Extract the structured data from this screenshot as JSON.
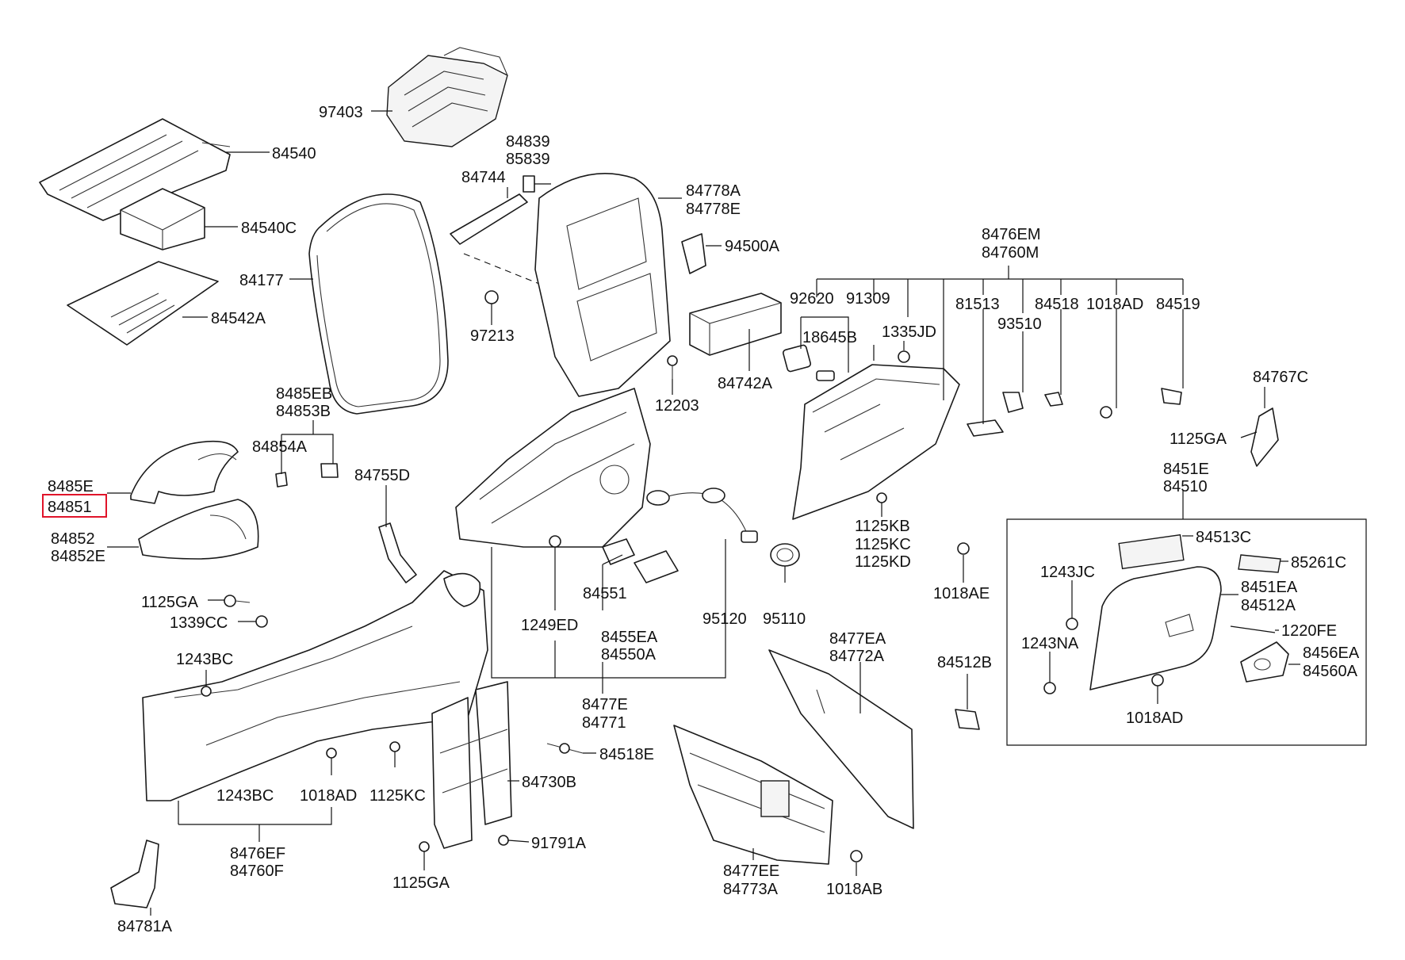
{
  "labels": {
    "l97403": "97403",
    "l84540": "84540",
    "l84540c": "84540C",
    "l84542a": "84542A",
    "l84839": "84839",
    "l85839": "85839",
    "l84744": "84744",
    "l84778a": "84778A",
    "l84778e": "84778E",
    "l94500a": "94500A",
    "l84177": "84177",
    "l97213": "97213",
    "l8476em": "8476EM",
    "l84760m": "84760M",
    "l92620": "92620",
    "l91309": "91309",
    "l81513": "81513",
    "l84518": "84518",
    "l1018ad_top": "1018AD",
    "l84519": "84519",
    "l18645b": "18645B",
    "l1335jd": "1335JD",
    "l93510": "93510",
    "l84742a": "84742A",
    "l12203": "12203",
    "l84767c": "84767C",
    "l1125ga_right": "1125GA",
    "l8485eb": "8485EB",
    "l84853b": "84853B",
    "l84854a": "84854A",
    "l8485e": "8485E",
    "l84851": "84851",
    "l84852": "84852",
    "l84852e": "84852E",
    "l84755d": "84755D",
    "l1125ga_left": "1125GA",
    "l1339cc": "1339CC",
    "l1243bc_top": "1243BC",
    "l1249ed": "1249ED",
    "l84551": "84551",
    "l8455ea": "8455EA",
    "l84550a": "84550A",
    "l95120": "95120",
    "l95110": "95110",
    "l1125kb": "1125KB",
    "l1125kc_mid": "1125KC",
    "l1125kd": "1125KD",
    "l1018ae": "1018AE",
    "l8451e": "8451E",
    "l84510": "84510",
    "l84513c": "84513C",
    "l85261c": "85261C",
    "l1243jc": "1243JC",
    "l8451ea": "8451EA",
    "l84512a": "84512A",
    "l1220fe": "1220FE",
    "l1243na": "1243NA",
    "l8456ea": "8456EA",
    "l84560a": "84560A",
    "l1018ad_box": "1018AD",
    "l8477ea": "8477EA",
    "l84772a": "84772A",
    "l84512b": "84512B",
    "l8477e": "8477E",
    "l84771": "84771",
    "l84518e": "84518E",
    "l84730b": "84730B",
    "l1125kc_low": "1125KC",
    "l91791a": "91791A",
    "l1125ga_bottom": "1125GA",
    "l1243bc_bottom": "1243BC",
    "l1018ad_left": "1018AD",
    "l8476ef": "8476EF",
    "l84760f": "84760F",
    "l84781a": "84781A",
    "l8477ee": "8477EE",
    "l84773a": "84773A",
    "l1018ab": "1018AB"
  },
  "highlighted_part": "84851",
  "colors": {
    "line": "#1a1a1a",
    "highlight": "#e0142a",
    "background": "#ffffff"
  }
}
